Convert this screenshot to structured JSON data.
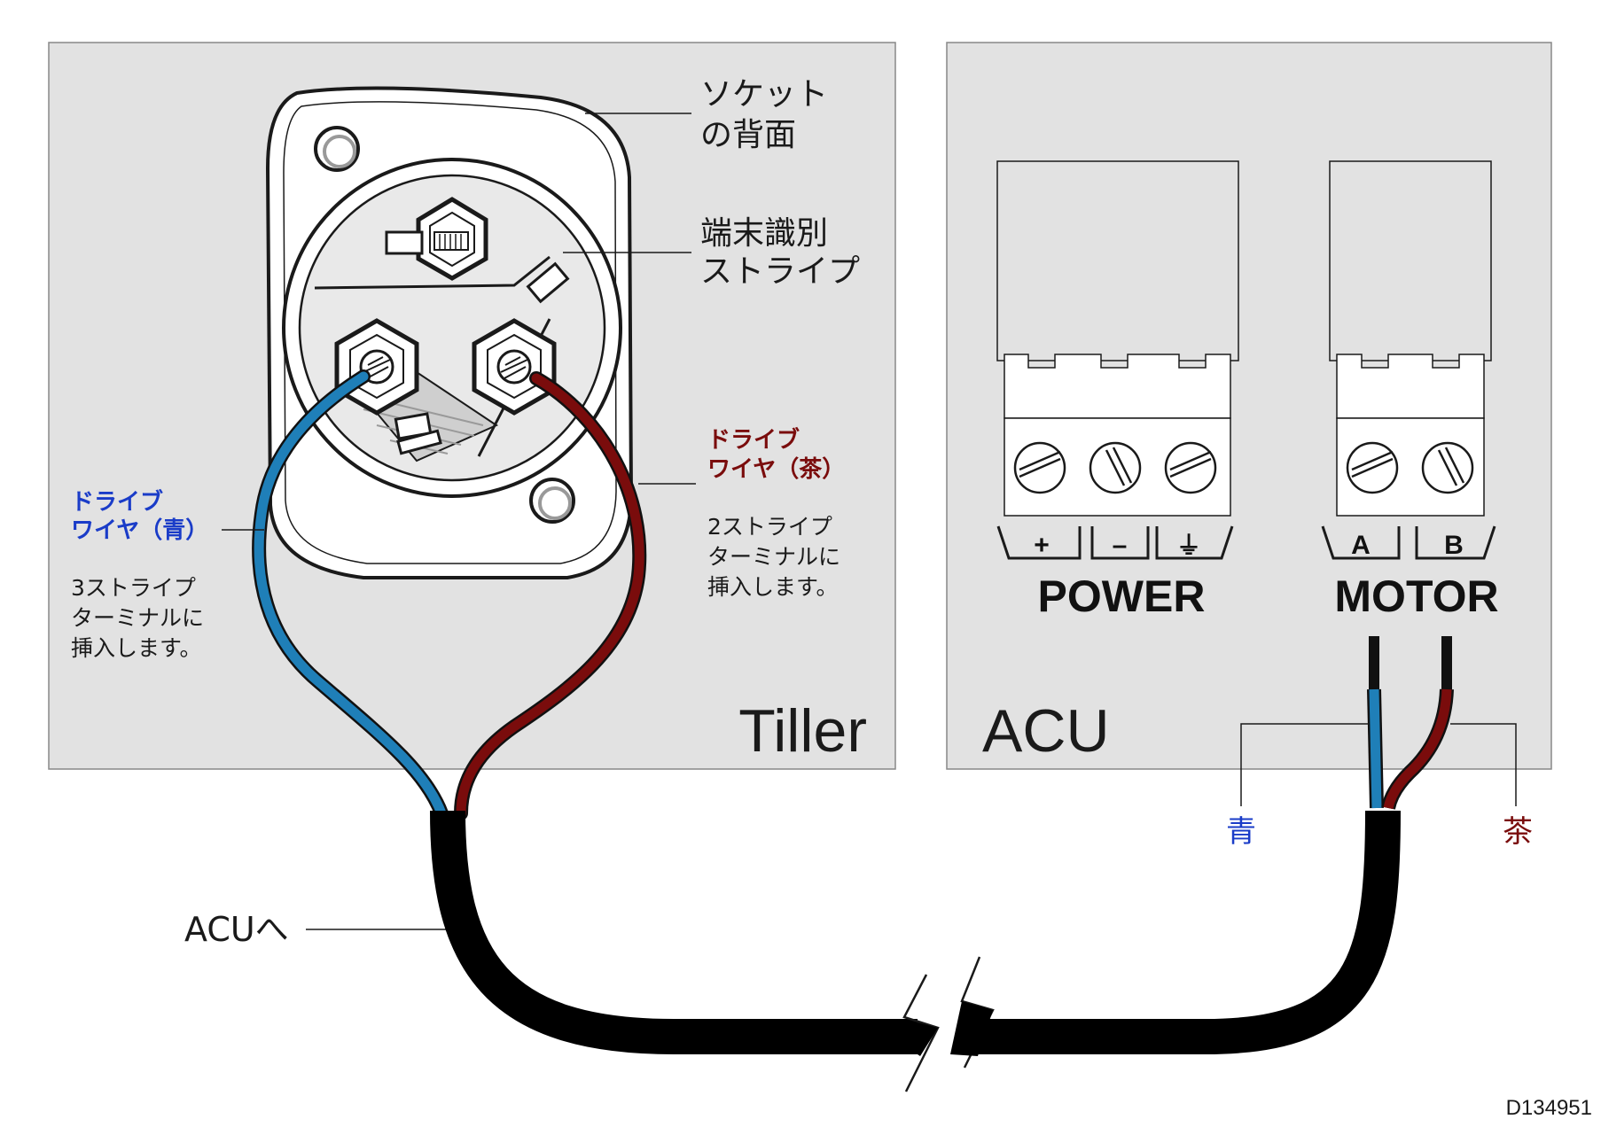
{
  "tiller_panel": {
    "label": "Tiller",
    "socket_back_label": [
      "ソケット",
      "の背面"
    ],
    "terminal_stripe_label": [
      "端末識別",
      "ストライプ"
    ],
    "blue_wire": {
      "label": [
        "ドライブ",
        "ワイヤ（青）"
      ],
      "note": [
        "3ストライプ",
        "ターミナルに",
        "挿入します。"
      ],
      "color": "#1f7fb8"
    },
    "brown_wire": {
      "label": [
        "ドライブ",
        "ワイヤ（茶）"
      ],
      "note": [
        "2ストライプ",
        "ターミナルに",
        "挿入します。"
      ],
      "color": "#7a0c0c"
    }
  },
  "acu_panel": {
    "label": "ACU",
    "power": {
      "title": "POWER",
      "terminals": [
        "+",
        "–",
        "⏚"
      ]
    },
    "motor": {
      "title": "MOTOR",
      "terminals": [
        "A",
        "B"
      ]
    },
    "blue_label": "青",
    "brown_label": "茶"
  },
  "cable_label": "ACUへ",
  "figure_id": "D134951",
  "colors": {
    "panel_fill": "#e2e2e2",
    "blue_text": "#1a3cc8",
    "brown_text": "#7a0c0c",
    "cable": "#000000"
  }
}
